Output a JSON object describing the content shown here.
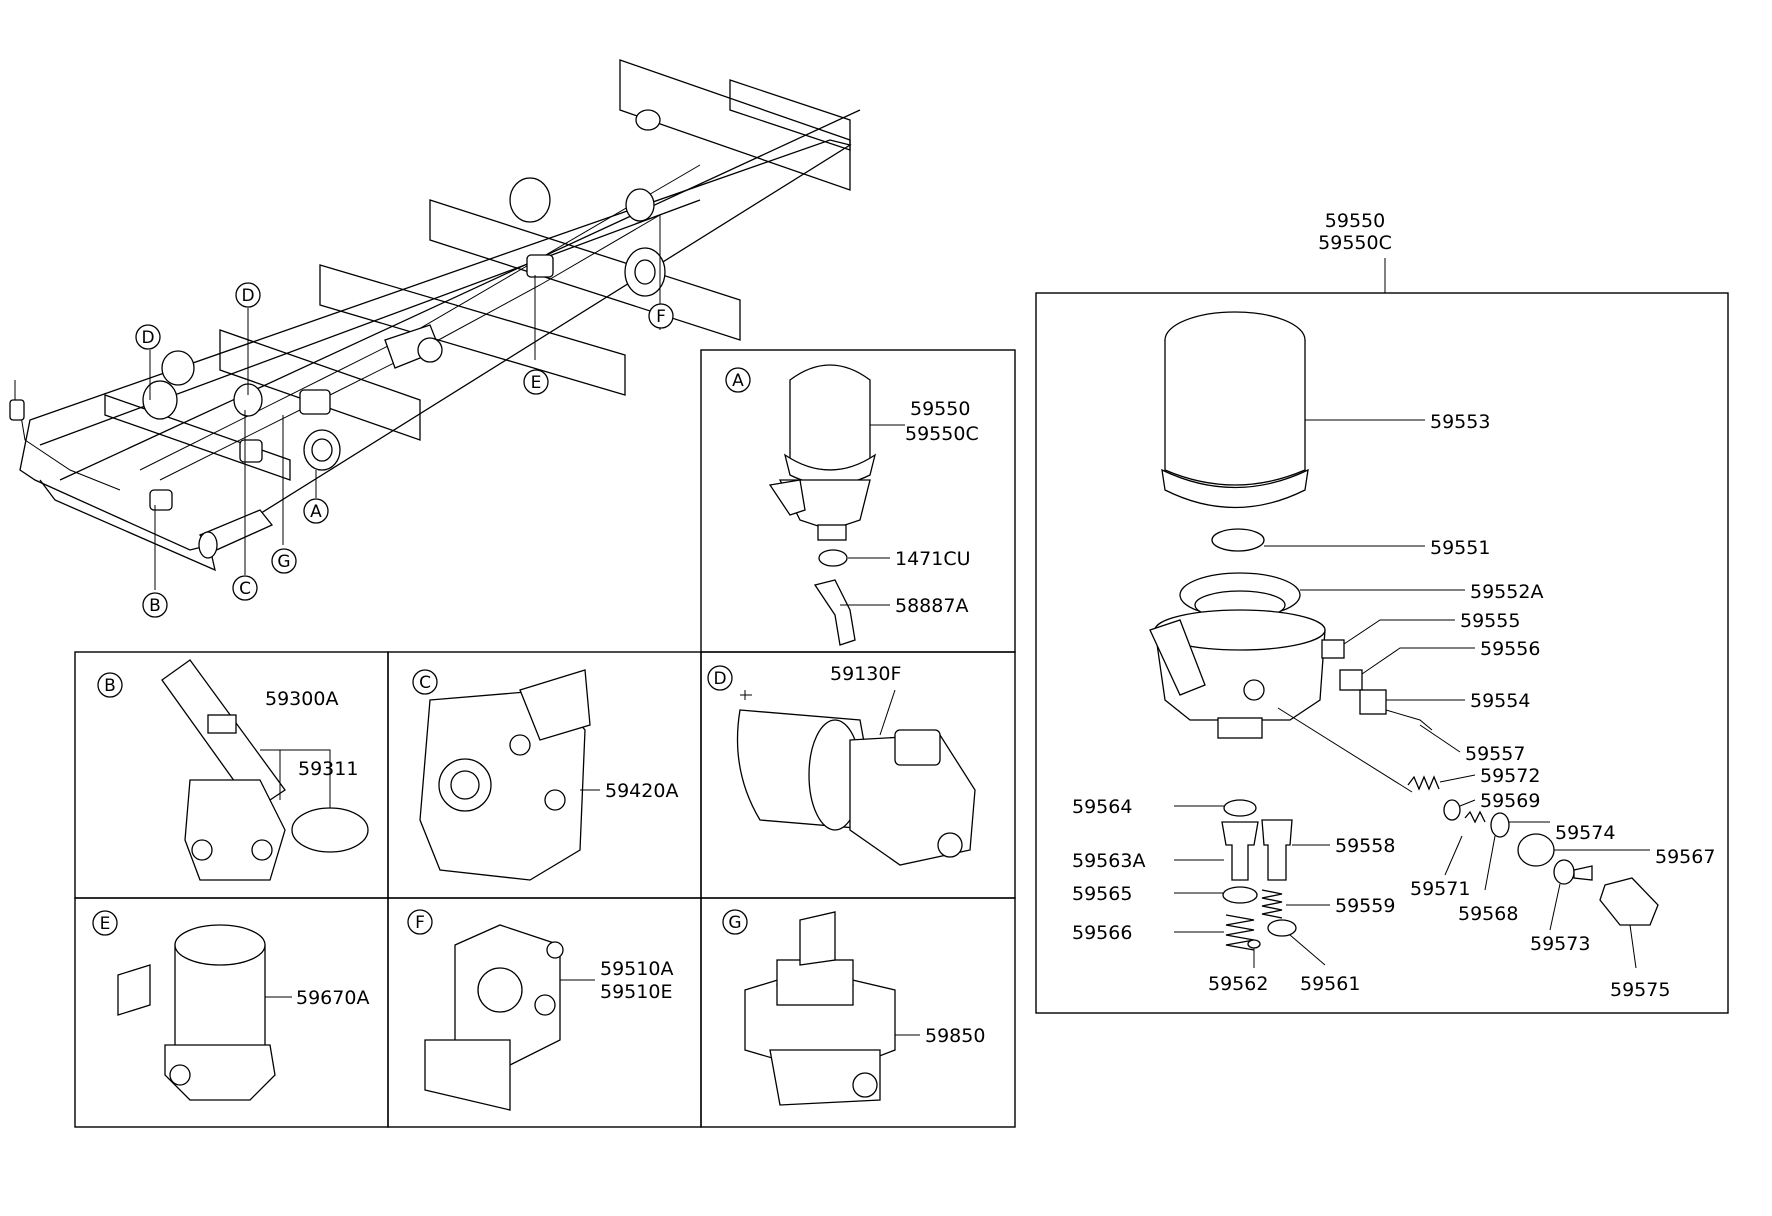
{
  "chassis": {
    "callouts": [
      "D",
      "D",
      "F",
      "E",
      "A",
      "G",
      "C",
      "B"
    ]
  },
  "panel_A": {
    "letter": "A",
    "labels": [
      "59550",
      "59550C",
      "1471CU",
      "58887A"
    ]
  },
  "panel_B": {
    "letter": "B",
    "labels": [
      "59300A",
      "59311"
    ]
  },
  "panel_C": {
    "letter": "C",
    "labels": [
      "59420A"
    ]
  },
  "panel_D": {
    "letter": "D",
    "labels": [
      "59130F"
    ]
  },
  "panel_E": {
    "letter": "E",
    "labels": [
      "59670A"
    ]
  },
  "panel_F": {
    "letter": "F",
    "labels": [
      "59510A",
      "59510E"
    ]
  },
  "panel_G": {
    "letter": "G",
    "labels": [
      "59850"
    ]
  },
  "dryer": {
    "header": [
      "59550",
      "59550C"
    ],
    "labels": [
      "59553",
      "59551",
      "59552A",
      "59555",
      "59556",
      "59554",
      "59557",
      "59572",
      "59569",
      "59574",
      "59567",
      "59564",
      "59563A",
      "59558",
      "59571",
      "59568",
      "59565",
      "59559",
      "59566",
      "59573",
      "59562",
      "59561",
      "59575"
    ]
  }
}
